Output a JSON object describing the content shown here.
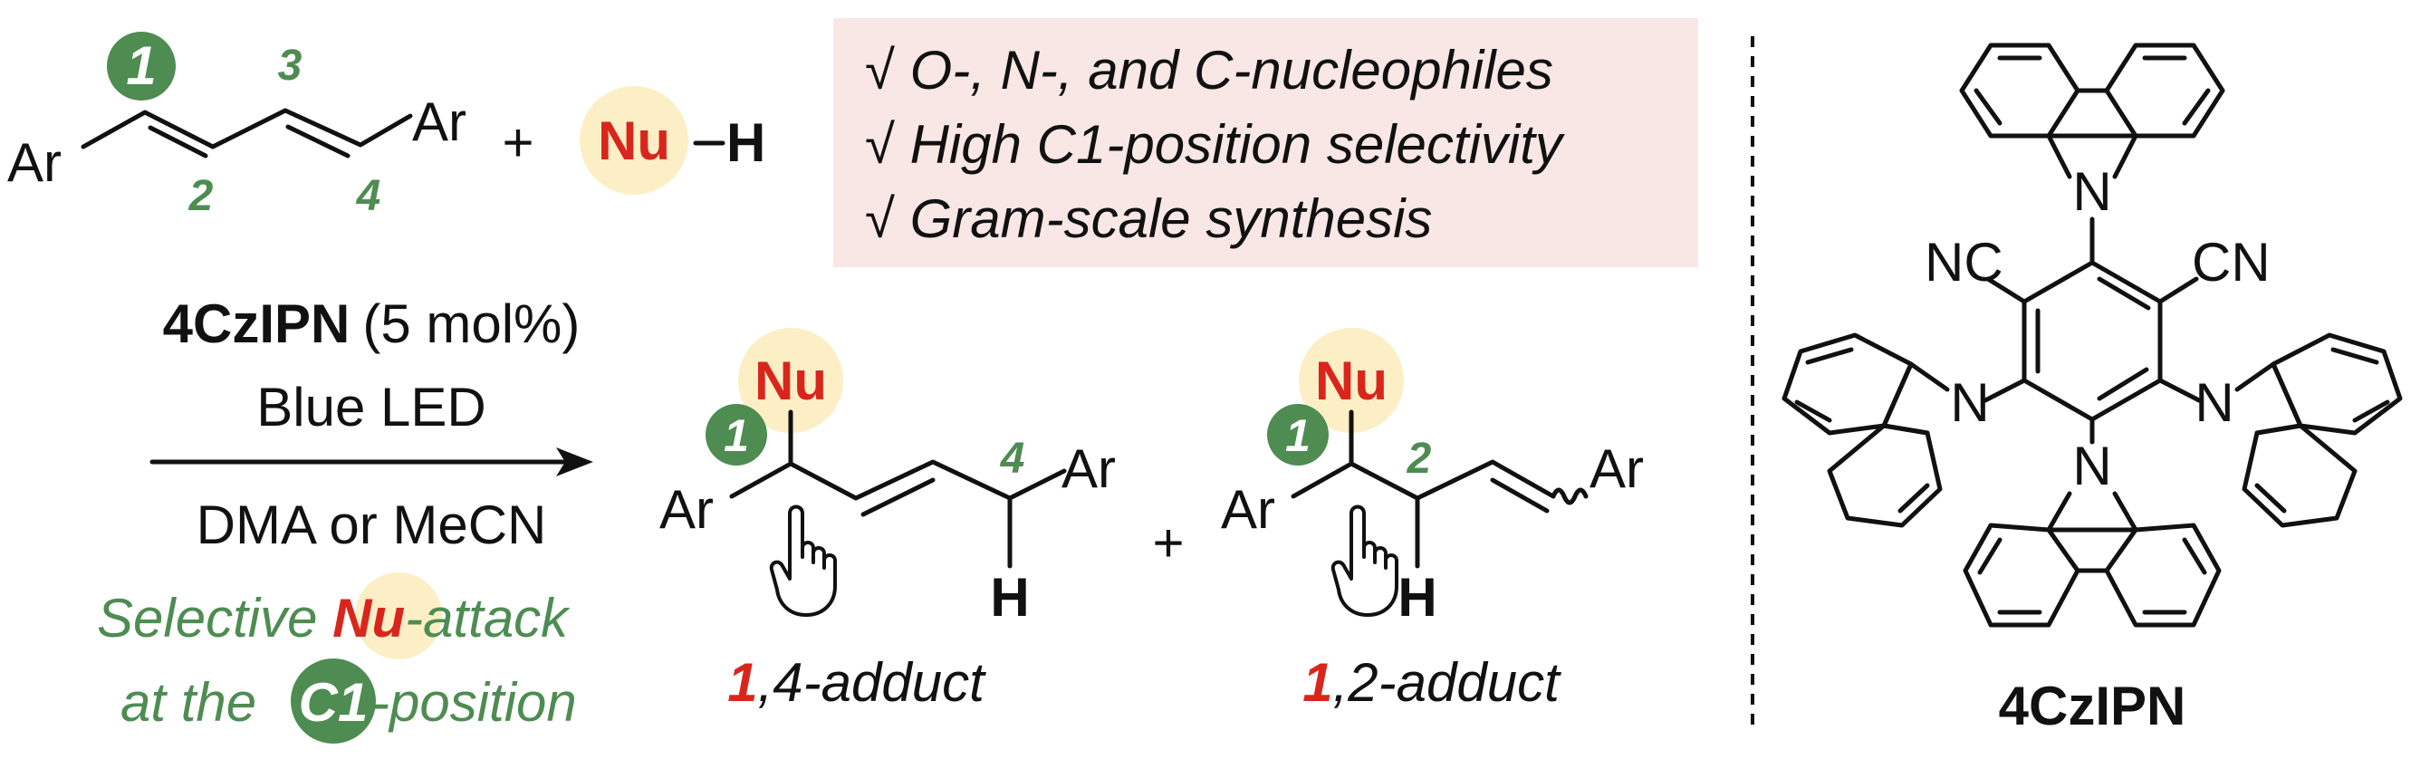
{
  "colors": {
    "green": "#4e8c52",
    "red": "#d9261c",
    "highlight": "#fcefc6",
    "pink_box": "#f9e7e6",
    "ink": "#111111"
  },
  "diene": {
    "ar_left": "Ar",
    "ar_right": "Ar",
    "pos1": "1",
    "pos2": "2",
    "pos3": "3",
    "pos4": "4"
  },
  "reagent": {
    "plus": "+",
    "nu": "Nu",
    "h": "H"
  },
  "conditions": {
    "catalyst_bold": "4CzIPN",
    "catalyst_loading": "(5 mol%)",
    "light": "Blue LED",
    "solvent": "DMA or MeCN"
  },
  "tagline": {
    "line1_pre": "Selective ",
    "line1_nu": "Nu",
    "line1_post": "-attack",
    "line2_pre": "at the ",
    "line2_badge": "C1",
    "line2_post": "-position"
  },
  "features": [
    "√  O-, N-, and C-nucleophiles",
    "√  High C1-position selectivity",
    "√  Gram-scale synthesis"
  ],
  "product14": {
    "nu": "Nu",
    "badge": "1",
    "pos4": "4",
    "ar_left": "Ar",
    "ar_right": "Ar",
    "h": "H",
    "label_num": "1",
    "label_rest": ",4-adduct"
  },
  "plus_products": "+",
  "product12": {
    "nu": "Nu",
    "badge": "1",
    "pos2": "2",
    "ar_left": "Ar",
    "ar_right": "Ar",
    "h": "H",
    "label_num": "1",
    "label_rest": ",2-adduct"
  },
  "catalyst_structure": {
    "cn_left": "NC",
    "cn_right": "CN",
    "n_label": "N",
    "name": "4CzIPN"
  }
}
